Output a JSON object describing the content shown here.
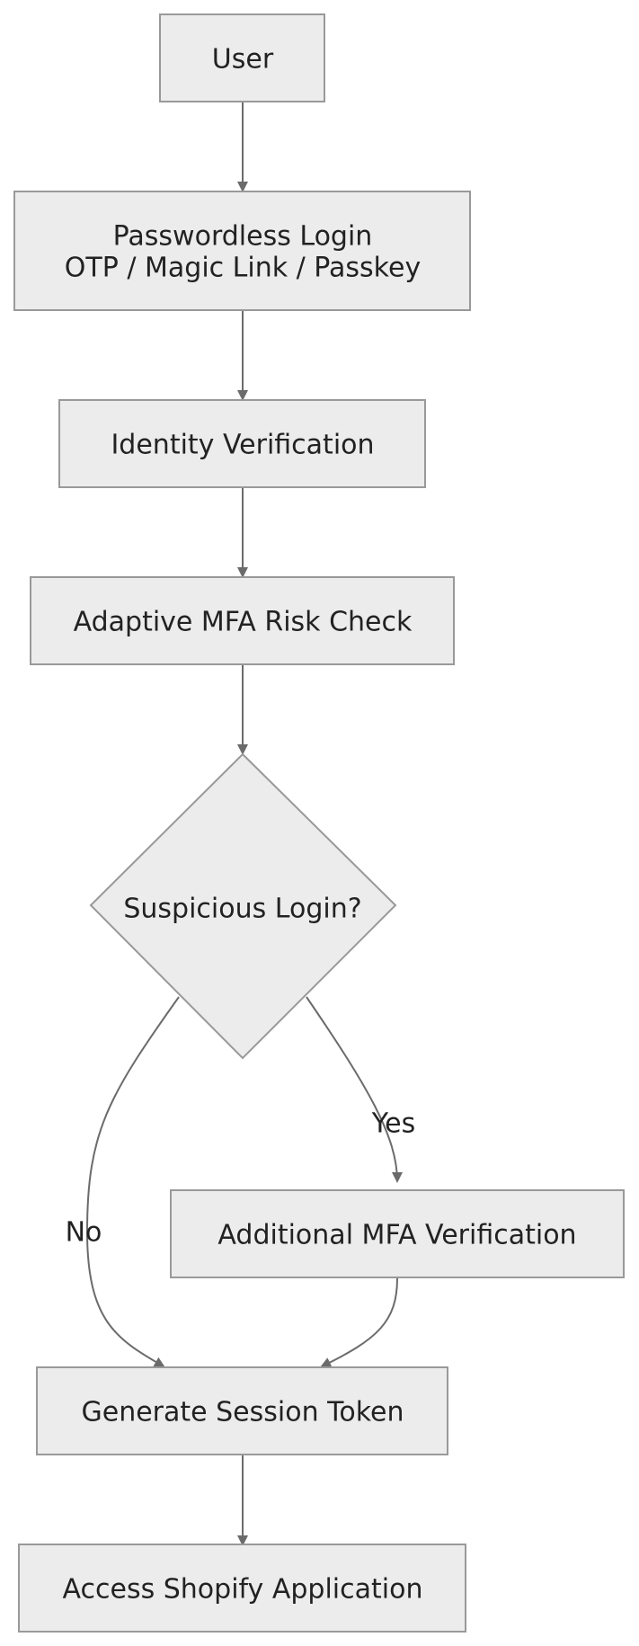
{
  "nodes": {
    "user": "User",
    "login_line1": "Passwordless Login",
    "login_line2": "OTP / Magic Link / Passkey",
    "identity": "Identity Verification",
    "adaptive": "Adaptive MFA Risk Check",
    "decision": "Suspicious Login?",
    "additional_mfa": "Additional MFA Verification",
    "session_token": "Generate Session Token",
    "access_app": "Access Shopify Application"
  },
  "edges": {
    "no_label": "No",
    "yes_label": "Yes"
  },
  "colors": {
    "node_fill": "#ececec",
    "node_stroke": "#999999",
    "edge": "#6b6b6b",
    "text": "#222222"
  }
}
